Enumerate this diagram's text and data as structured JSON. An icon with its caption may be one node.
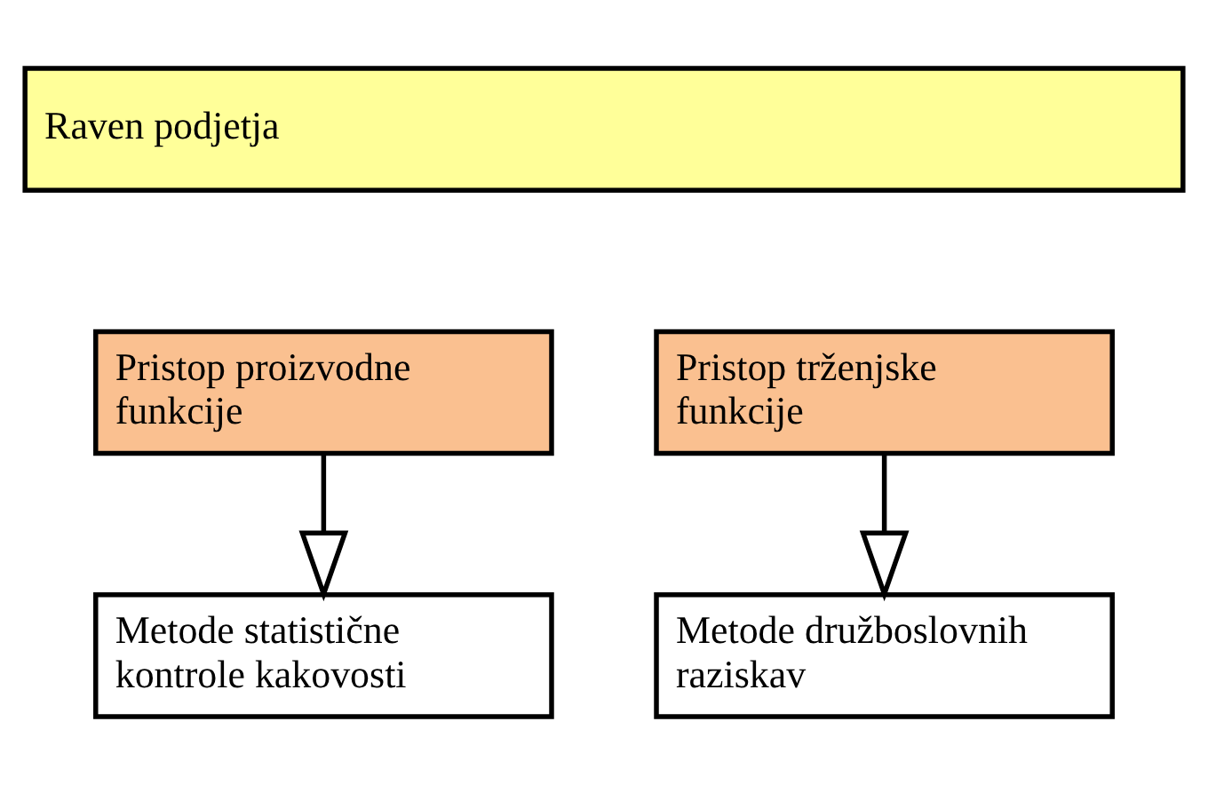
{
  "diagram": {
    "nodes": [
      {
        "text": [
          "Raven podjetja"
        ]
      },
      {
        "text": [
          "Pristop proizvodne funkcije"
        ]
      },
      {
        "text": [
          "Pristop trženjske funkcije"
        ]
      },
      {
        "text": [
          "Metode statistične kontrole kakovosti"
        ]
      },
      {
        "text": [
          "Metode družboslovnih raziskav"
        ]
      }
    ],
    "edges": [
      {
        "from": 1,
        "to": 3,
        "arrow": "to"
      },
      {
        "from": 2,
        "to": 4,
        "arrow": "to"
      }
    ]
  }
}
